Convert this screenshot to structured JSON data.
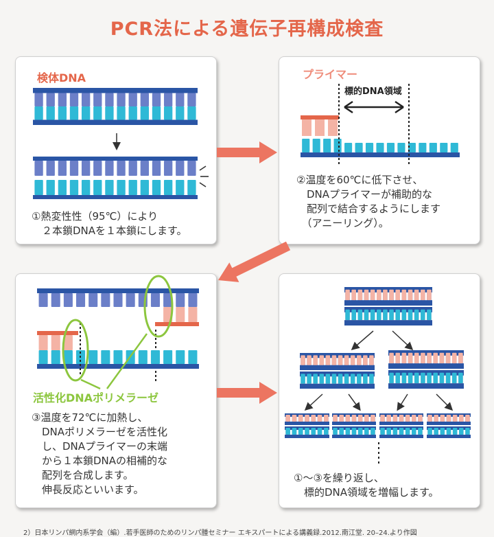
{
  "title": "PCR法による遺伝子再構成検査",
  "colors": {
    "title": "#e4664a",
    "backbone": "#2a55a5",
    "strand_top": "#6b7fc8",
    "strand_bottom": "#2fb9d6",
    "primer": "#ef8c7a",
    "primer_light": "#f4b3a5",
    "arrow": "#ec7561",
    "polymerase": "#8cc63e"
  },
  "panel1": {
    "label": "検体DNA",
    "text": "①熱変性性（95℃）により\n　２本鎖DNAを１本鎖にします。"
  },
  "panel2": {
    "primer_label": "プライマー",
    "target_label": "標的DNA領域",
    "text": "②温度を60℃に低下させ、\n　DNAプライマーが補助的な\n　配列で結合するようにします\n　（アニーリング）。"
  },
  "panel3": {
    "polymerase_label": "活性化DNAポリメラーゼ",
    "text": "③温度を72℃に加熱し、\n　DNAポリメラーゼを活性化\n　し、DNAプライマーの末端\n　から１本鎖DNAの相補的な\n　配列を合成します。\n　伸長反応といいます。"
  },
  "panel4": {
    "text": "①〜③を繰り返し、\n　標的DNA領域を増幅します。"
  },
  "footer": "2）日本リンパ網内系学会（編）.若手医師のためのリンパ腫セミナー エキスパートによる講義録.2012.南江堂. 20–24.より作図"
}
